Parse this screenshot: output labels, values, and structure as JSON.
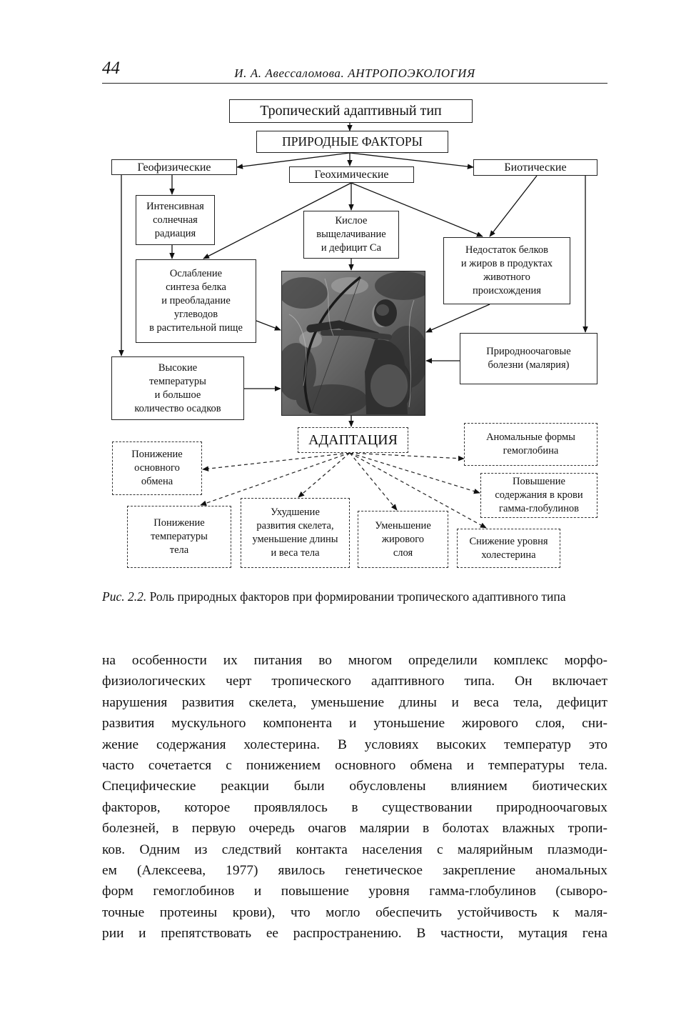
{
  "header": {
    "page_number": "44",
    "running_title": "И. А. Авессаломова. АНТРОПОЭКОЛОГИЯ"
  },
  "diagram": {
    "title": "Тропический адаптивный тип",
    "factors_header": "ПРИРОДНЫЕ ФАКТОРЫ",
    "geophysical": "Геофизические",
    "geochemical": "Геохимические",
    "biotic": "Биотические",
    "solar_radiation": "Интенсивная\nсолнечная\nрадиация",
    "acid_leaching": "Кислое\nвыщелачивание\nи дефицит Ca",
    "protein_deficit": "Недостаток белков\nи жиров в продуктах\nживотного\nпроисхождения",
    "protein_synthesis": "Ослабление\nсинтеза белка\nи преобладание\nуглеводов\nв растительной пище",
    "high_temp": "Высокие\nтемпературы\nи большое\nколичество осадков",
    "natural_focal": "Природноочаговые\nболезни (малярия)",
    "adaptation": "АДАПТАЦИЯ",
    "basal_metabolism": "Понижение\nосновного\nобмена",
    "body_temp": "Понижение\nтемпературы\nтела",
    "skeleton": "Ухудшение\nразвития скелета,\nуменьшение длины\nи веса тела",
    "fat_layer": "Уменьшение\nжирового\nслоя",
    "cholesterol": "Снижение уровня\nхолестерина",
    "gamma_globulin": "Повышение\nсодержания в крови\nгамма-глобулинов",
    "hemoglobin": "Аномальные формы\nгемоглобина"
  },
  "caption": {
    "figure_label": "Рис. 2.2.",
    "text": " Роль природных факторов при формировании тропического адаптивного типа"
  },
  "body_lines": [
    "на особенности их питания во многом определили комплекс морфо-",
    "физиологических черт тропического адаптивного типа. Он включает",
    "нарушения развития скелета, уменьшение длины и веса тела, дефицит",
    "развития мускульного компонента и утоньшение жирового слоя, сни-",
    "жение содержания холестерина. В условиях высоких температур это",
    "часто сочетается с понижением основного обмена и температуры тела.",
    "Специфические реакции были обусловлены влиянием биотических",
    "факторов, которое проявлялось в существовании природноочаговых",
    "болезней, в первую очередь очагов малярии в болотах влажных тропи-",
    "ков. Одним из следствий контакта населения с малярийным плазмоди-",
    "ем (Алексеева, 1977) явилось генетическое закрепление аномальных",
    "форм гемоглобинов и повышение уровня гамма-глобулинов (сыворо-",
    "точные протеины крови), что могло обеспечить устойчивость к маля-",
    "рии и препятствовать ее распространению. В частности, мутация гена"
  ]
}
